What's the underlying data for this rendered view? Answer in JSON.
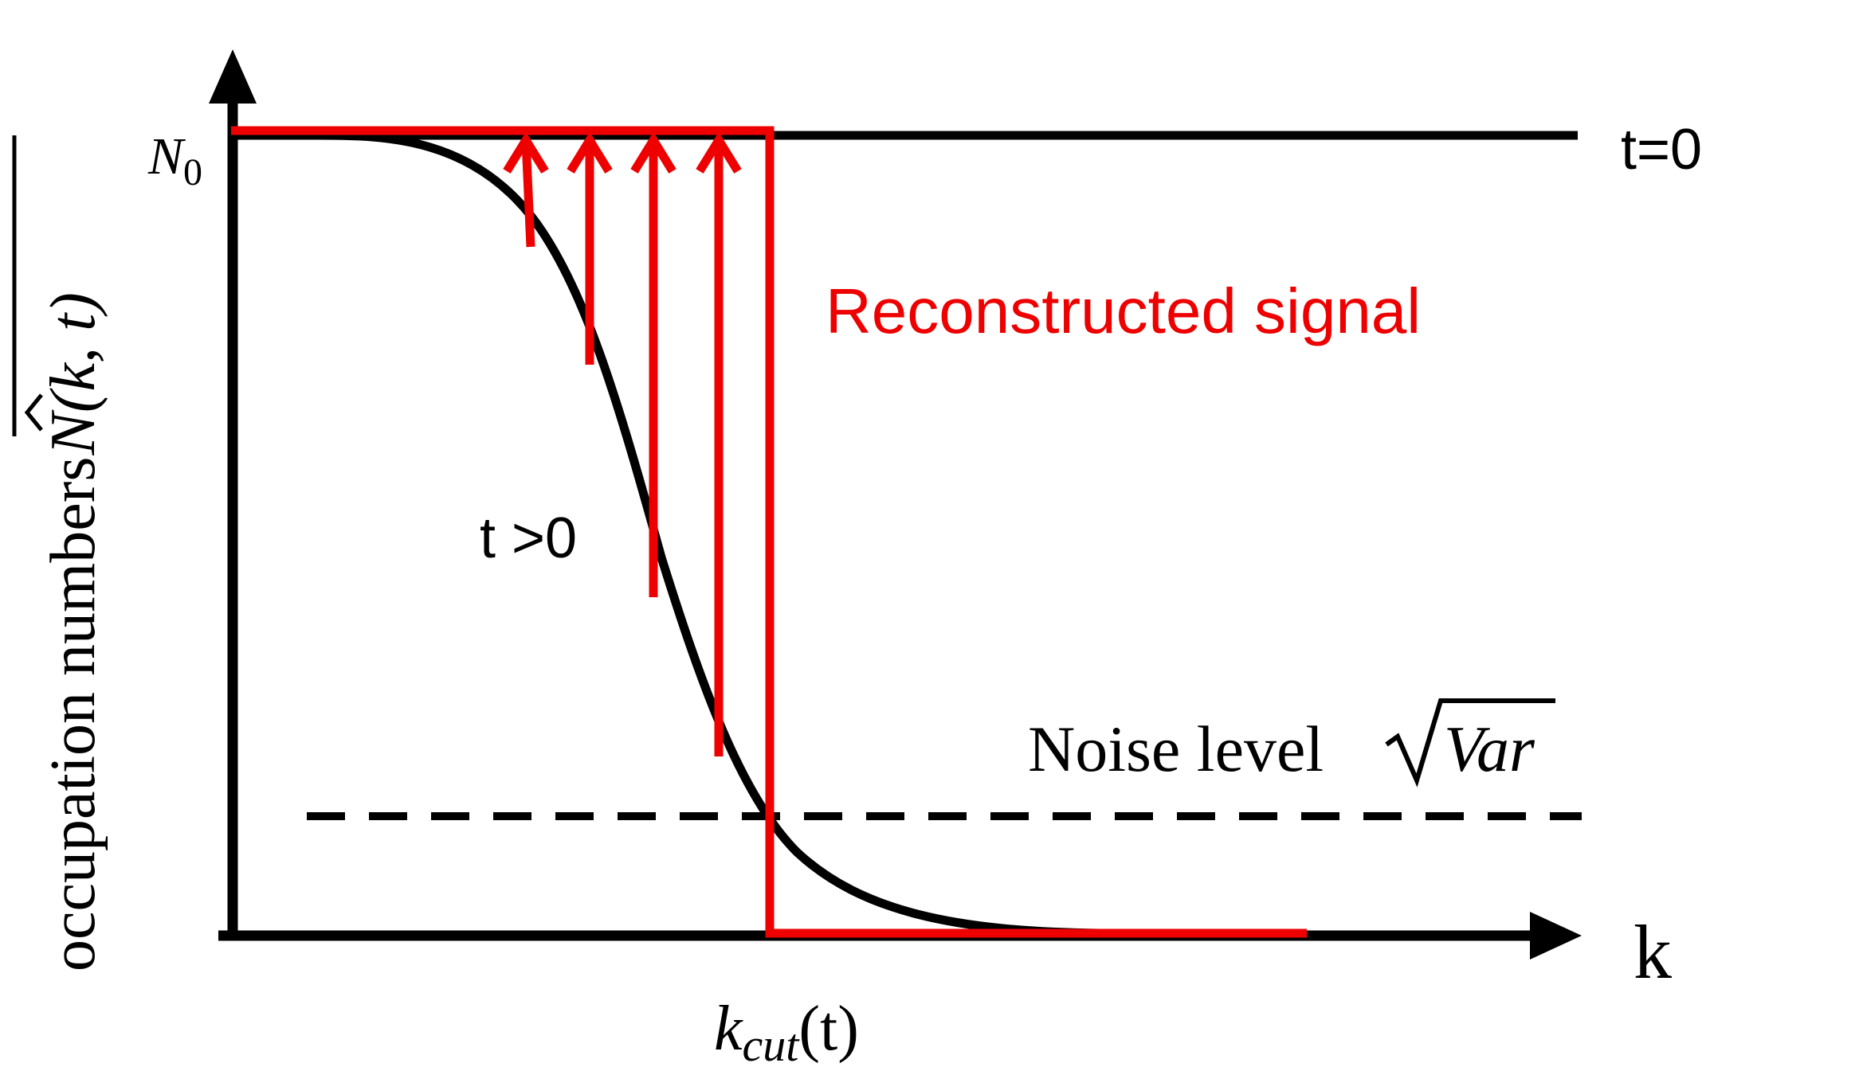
{
  "labels": {
    "y_axis": {
      "prefix": "occupation numbers",
      "symbol": "N",
      "args": "(k, t)"
    },
    "x_axis": "k",
    "n0_symbol": "N",
    "n0_sub": "0",
    "t0": "t=0",
    "tpos": "t >0",
    "reconstructed": "Reconstructed signal",
    "noise_prefix": "Noise level ",
    "noise_var": "Var",
    "kcut_symbol": "k",
    "kcut_sub": "cut",
    "kcut_args": "(t)"
  },
  "colors": {
    "axis": "#000000",
    "curve": "#000000",
    "reconstructed": "#ee0000",
    "arrows": "#ee0000"
  }
}
